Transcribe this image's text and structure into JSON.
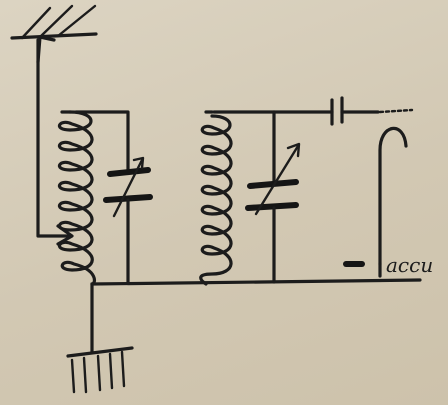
{
  "diagram": {
    "kind": "hand-drawn radio receiver circuit",
    "labels": {
      "output": "accu"
    },
    "components": [
      {
        "id": "antenna",
        "type": "antenna-icon"
      },
      {
        "id": "primary-coil",
        "type": "inductor-icon"
      },
      {
        "id": "primary-variable-capacitor",
        "type": "variable-capacitor-icon"
      },
      {
        "id": "secondary-coil",
        "type": "inductor-icon"
      },
      {
        "id": "secondary-variable-capacitor",
        "type": "variable-capacitor-icon"
      },
      {
        "id": "coupling-capacitor",
        "type": "capacitor-icon"
      },
      {
        "id": "detector-tube",
        "type": "tube-icon"
      },
      {
        "id": "ground",
        "type": "ground-icon"
      }
    ],
    "colors": {
      "ink": "#1c1c1c",
      "paper": "#d6cdb9"
    }
  }
}
